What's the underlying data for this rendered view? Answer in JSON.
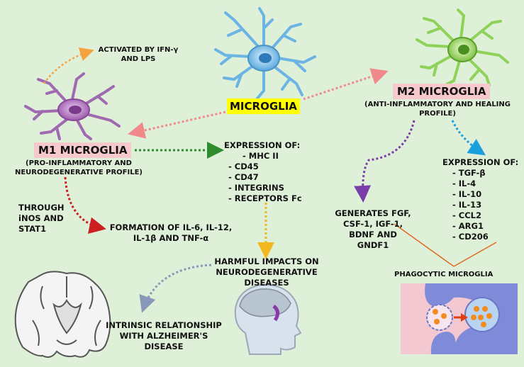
{
  "center_label": "MICROGLIA",
  "activated_by": [
    "ACTIVATED BY IFN-γ",
    "AND LPS"
  ],
  "m1": {
    "title": "M1 MICROGLIA",
    "profile": [
      "(PRO-INFLAMMATORY AND",
      "NEURODEGENERATIVE PROFILE)"
    ],
    "through": [
      "THROUGH",
      "iNOS AND",
      "STAT1"
    ],
    "formation": [
      "FORMATION OF IL-6, IL-12,",
      "IL-1β AND TNF-α"
    ]
  },
  "expression_m1": {
    "header": "EXPRESSION OF:",
    "items": [
      "- MHC II",
      "-    CD45",
      "-    CD47",
      "-    INTEGRINS",
      "- RECEPTORS Fc"
    ]
  },
  "harmful": [
    "HARMFUL IMPACTS ON",
    "NEURODEGENERATIVE",
    "DISEASES"
  ],
  "alzheimers": [
    "INTRINSIC RELATIONSHIP",
    "WITH ALZHEIMER'S DISEASE"
  ],
  "m2": {
    "title": "M2 MICROGLIA",
    "profile": [
      "(ANTI-INFLAMMATORY AND HEALING",
      "PROFILE)"
    ],
    "generates": [
      "GENERATES FGF,",
      "CSF-1, IGF-1,",
      "BDNF AND",
      "GNDF1"
    ],
    "phagocytic": "PHAGOCYTIC MICROGLIA"
  },
  "expression_m2": {
    "header": "EXPRESSION OF:",
    "items": [
      "- TGF-β",
      "-    IL-4",
      "- IL-10",
      "- IL-13",
      "-    CCL2",
      "-    ARG1",
      "-    CD206"
    ]
  },
  "colors": {
    "background": "#dff0d8",
    "m1_cell": "#a06ab0",
    "center_cell": "#6cb4e4",
    "m2_cell": "#8ed25a",
    "arrow_orange": "#f4a340",
    "arrow_pink": "#f08a8a",
    "arrow_green": "#2e8b2e",
    "arrow_red": "#cc2020",
    "arrow_yellow": "#f3b820",
    "arrow_slate": "#8898b8",
    "arrow_purple": "#7a3ea8",
    "arrow_cyan": "#1aa0dc",
    "connector_orange": "#e06a20",
    "highlight_yellow": "#ffff00",
    "highlight_pink": "#f7c9cc"
  }
}
